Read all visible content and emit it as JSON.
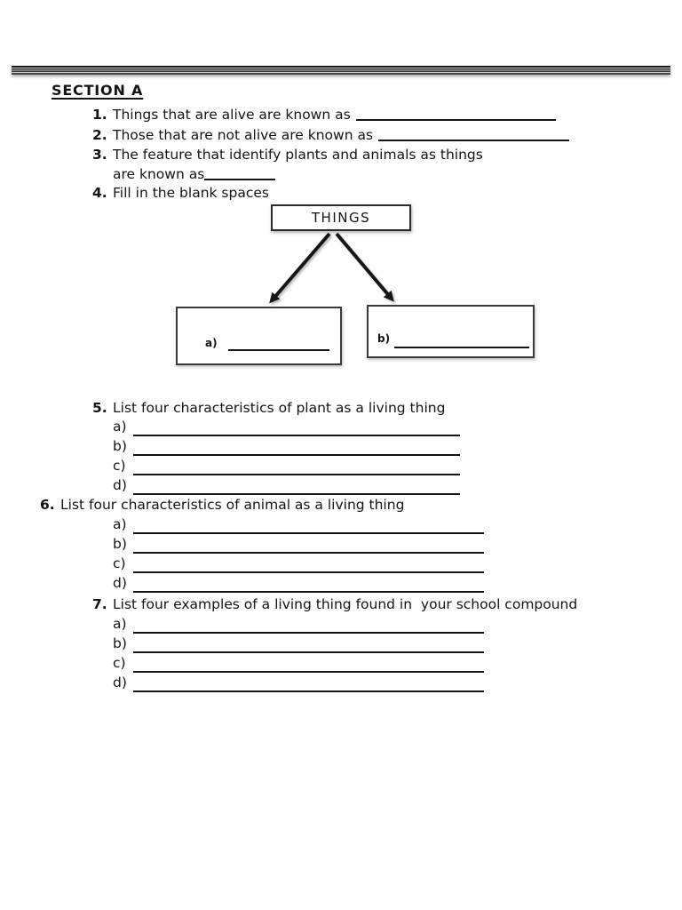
{
  "section": {
    "title": "SECTION A"
  },
  "q1": {
    "num": "1.",
    "text": "Things that are alive are known as"
  },
  "q2": {
    "num": "2.",
    "text": "Those that are not alive are known as"
  },
  "q3": {
    "num": "3.",
    "line1": "The feature that identify plants and animals as things",
    "line2": "are known as"
  },
  "q4": {
    "num": "4.",
    "text": "Fill in the blank spaces"
  },
  "diagram": {
    "root_label": "THINGS",
    "left_label": "a)",
    "right_label": "b)"
  },
  "q5": {
    "num": "5.",
    "text": "List four characteristics of plant as a living thing",
    "items": {
      "a": "a)",
      "b": "b)",
      "c": "c)",
      "d": "d)"
    }
  },
  "q6": {
    "num": "6.",
    "text": "List four characteristics of animal as a living thing",
    "items": {
      "a": "a)",
      "b": "b)",
      "c": "c)",
      "d": "d)"
    }
  },
  "q7": {
    "num": "7.",
    "text": "List four examples of a living thing found in  your school compound",
    "items": {
      "a": "a)",
      "b": "b)",
      "c": "c)",
      "d": "d)"
    }
  },
  "colors": {
    "ink": "#141414",
    "rule_dark": "#1b1b1b",
    "box_border": "#2b2b2b"
  }
}
